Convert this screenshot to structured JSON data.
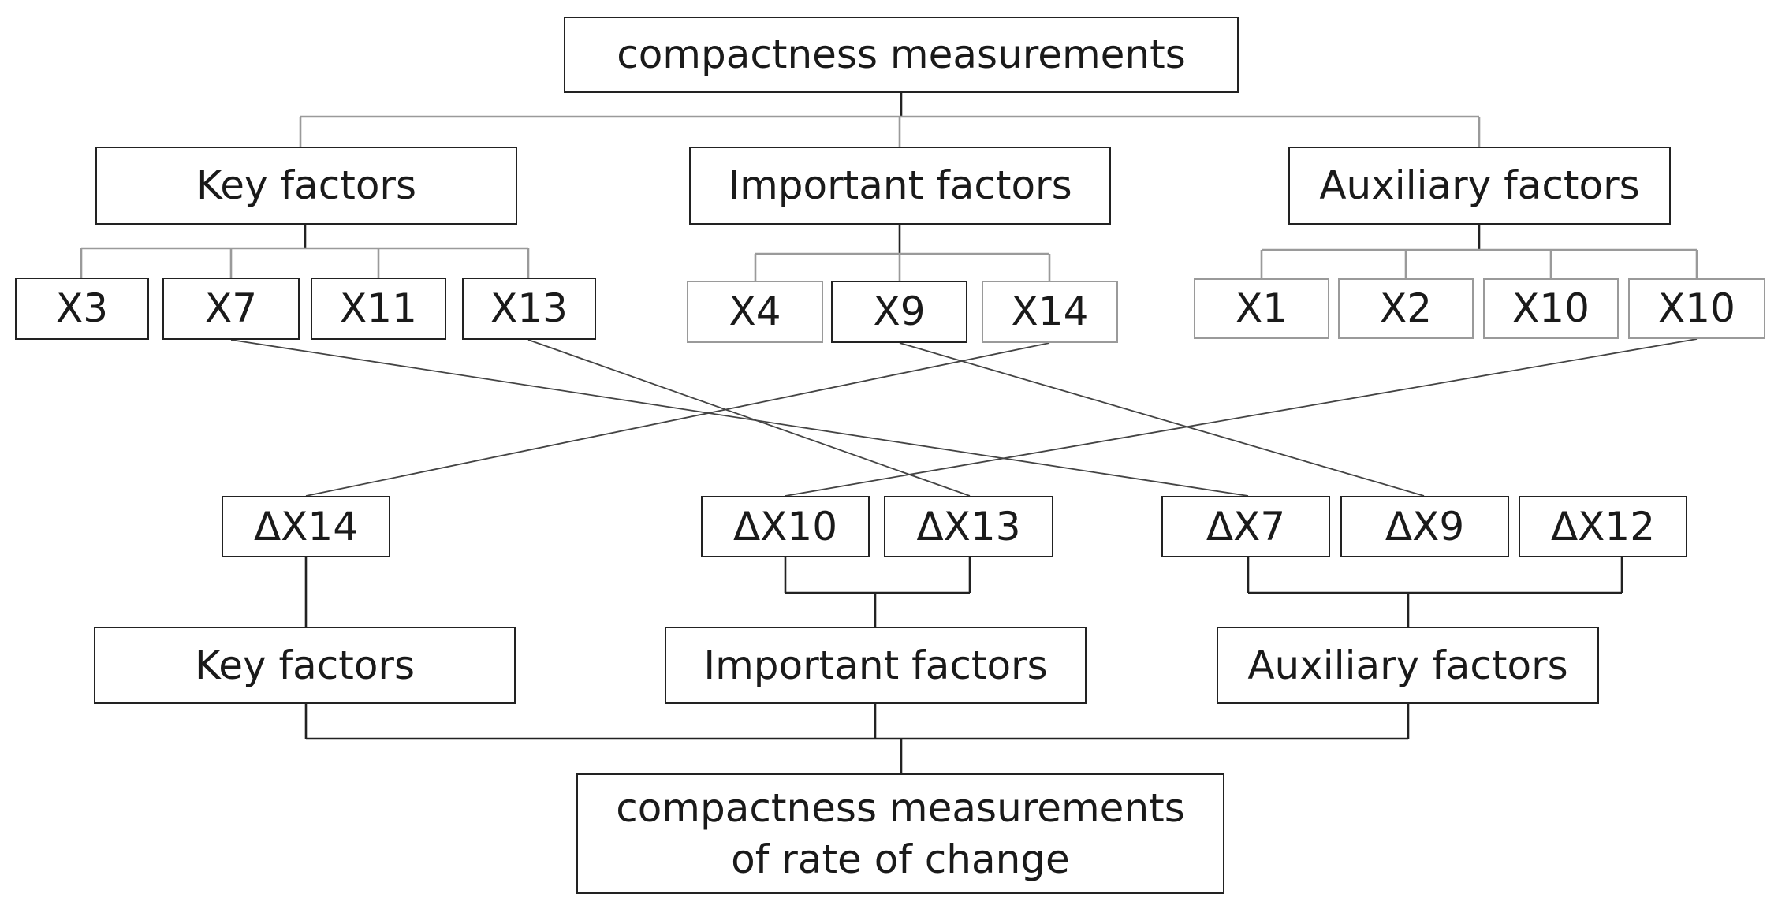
{
  "top": {
    "title": "compactness measurements"
  },
  "upper_groups": [
    {
      "label": "Key factors",
      "items": [
        "X3",
        "X7",
        "X11",
        "X13"
      ]
    },
    {
      "label": "Important factors",
      "items": [
        "X4",
        "X9",
        "X14"
      ]
    },
    {
      "label": "Auxiliary factors",
      "items": [
        "X1",
        "X2",
        "X10",
        "X10"
      ]
    }
  ],
  "delta_items": [
    "ΔX14",
    "ΔX10",
    "ΔX13",
    "ΔX7",
    "ΔX9",
    "ΔX12"
  ],
  "lower_groups": [
    {
      "label": "Key factors"
    },
    {
      "label": "Important factors"
    },
    {
      "label": "Auxiliary factors"
    }
  ],
  "bottom": {
    "line1": "compactness measurements",
    "line2": "of rate of change"
  },
  "cross_links": [
    {
      "from": "X7",
      "to": "ΔX7"
    },
    {
      "from": "X13",
      "to": "ΔX13"
    },
    {
      "from": "X14",
      "to": "ΔX14"
    },
    {
      "from": "X9",
      "to": "ΔX9"
    },
    {
      "from": "X10",
      "to": "ΔX10"
    }
  ],
  "colors": {
    "dark_line": "#222222",
    "light_line": "#9a9a9a"
  }
}
